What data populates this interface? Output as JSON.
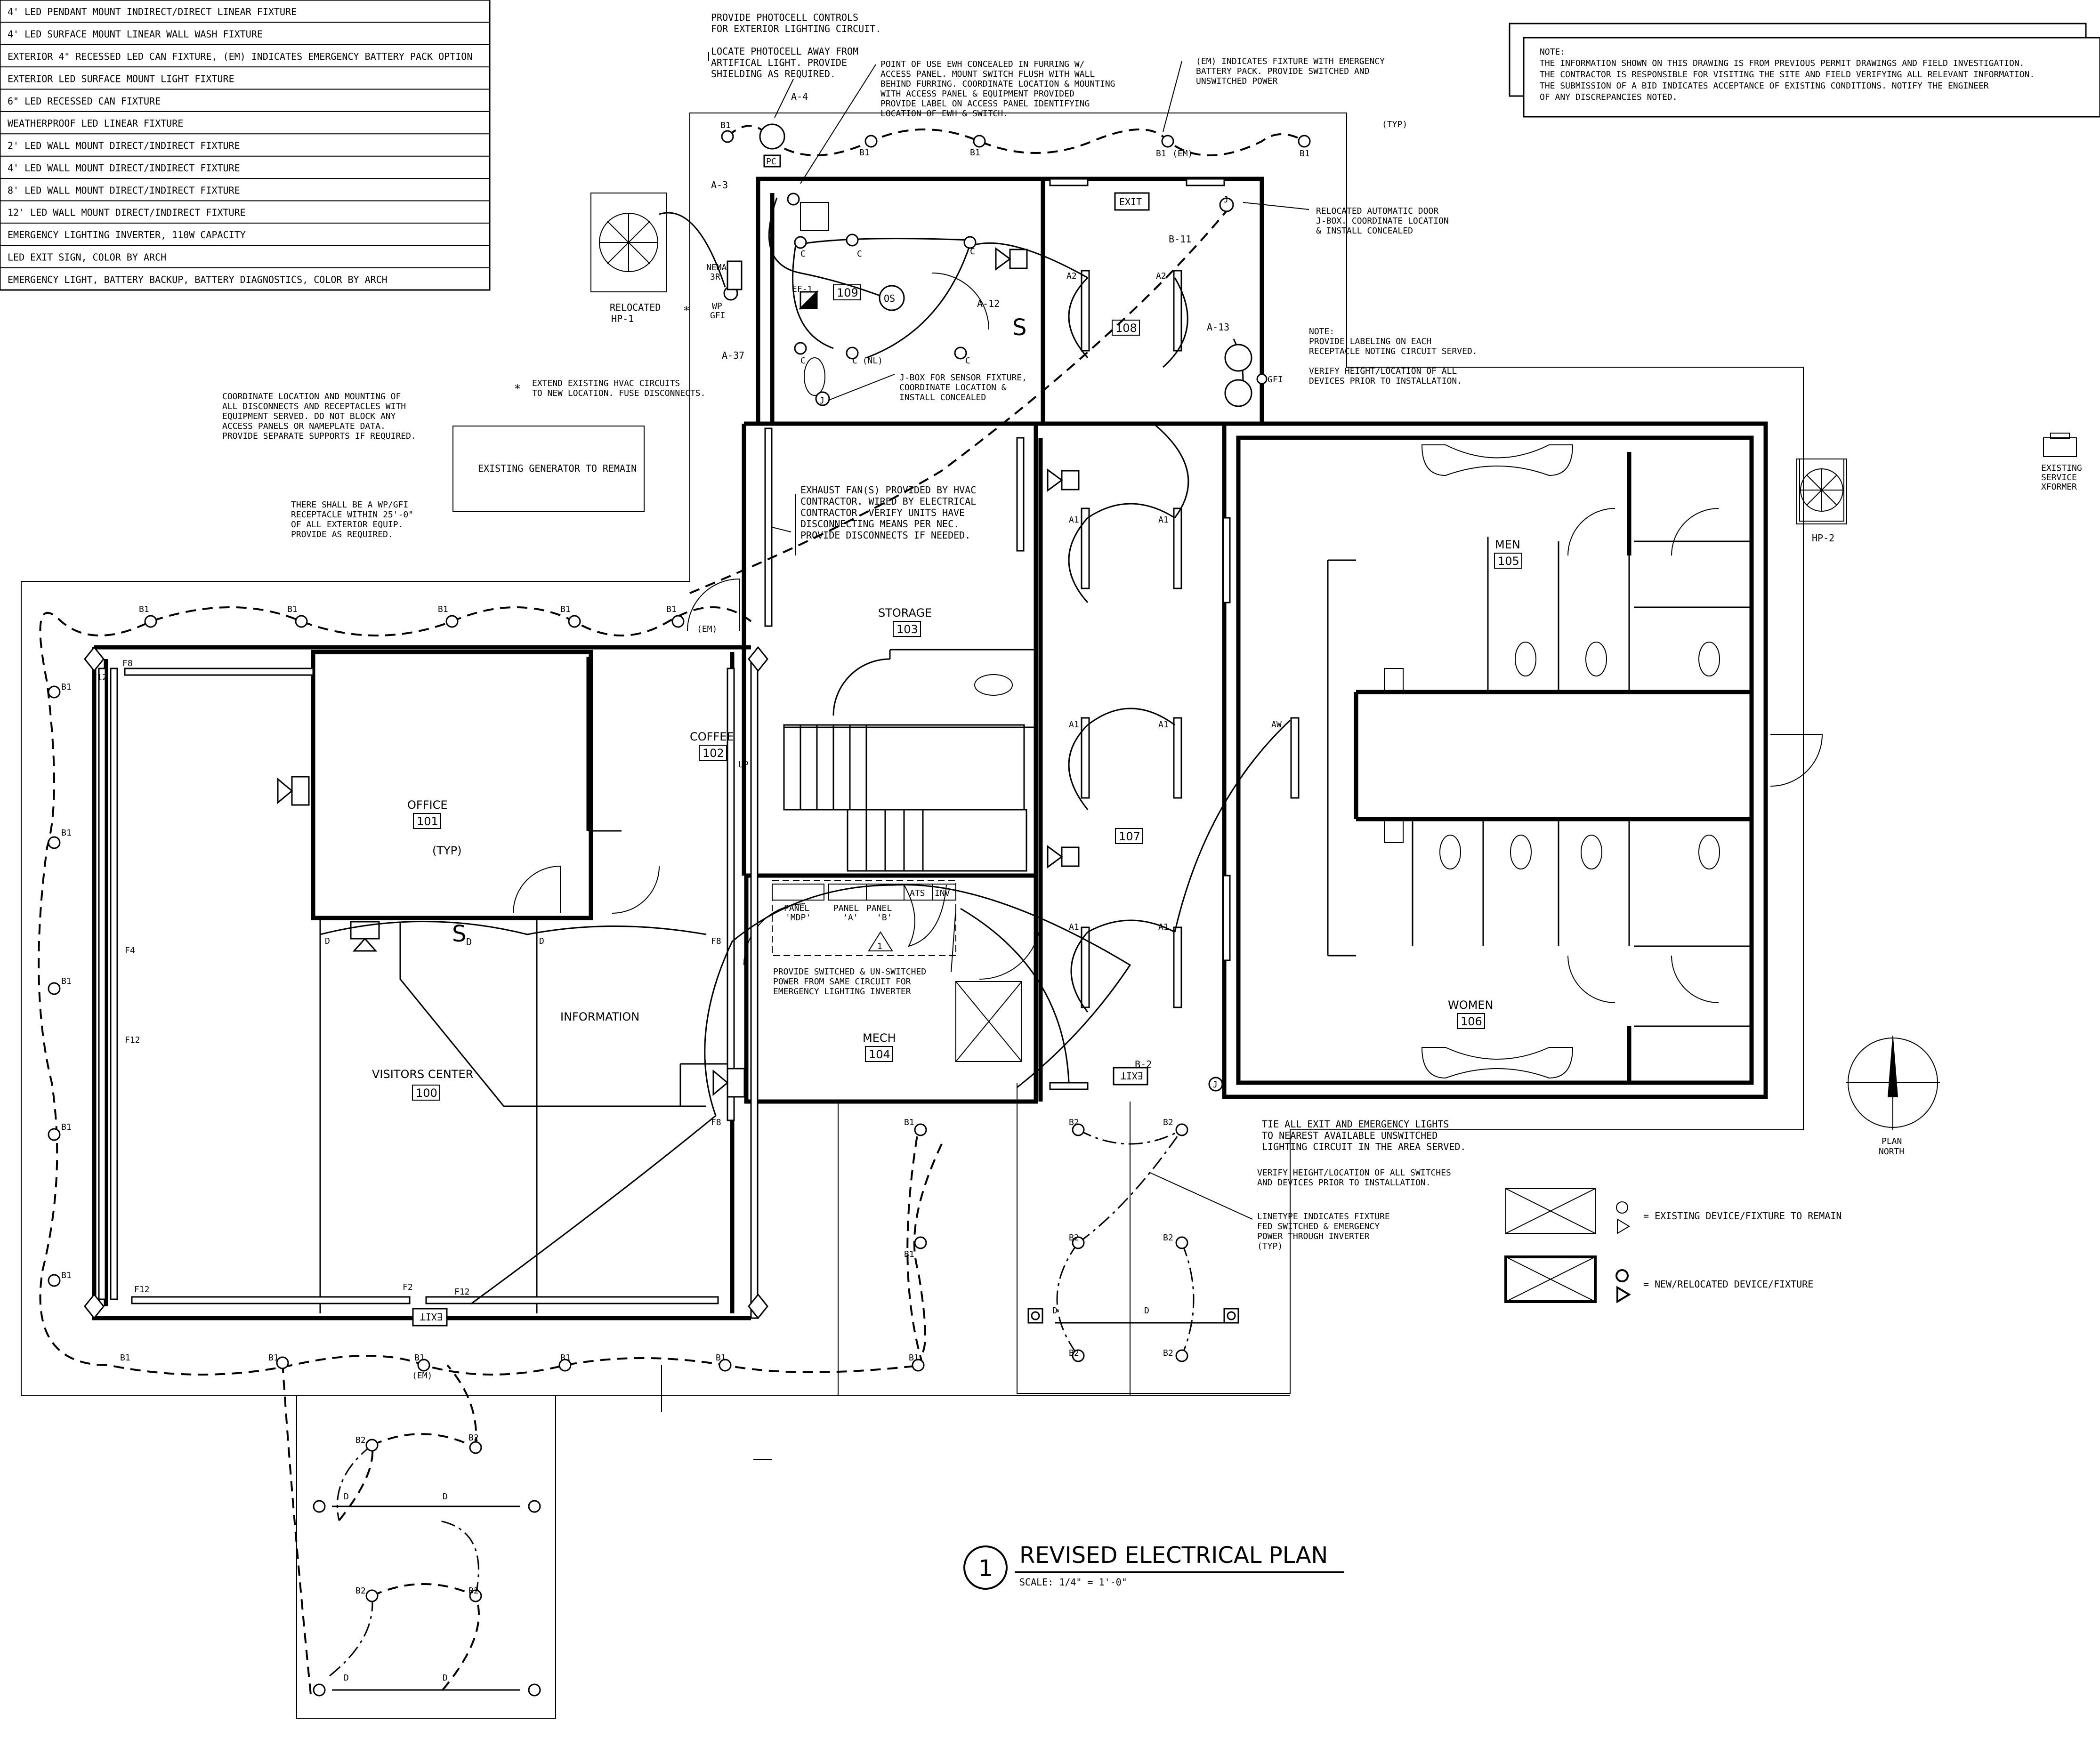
{
  "legend": [
    "4' LED PENDANT MOUNT INDIRECT/DIRECT LINEAR FIXTURE",
    "4' LED SURFACE MOUNT LINEAR WALL WASH FIXTURE",
    "EXTERIOR 4\" RECESSED LED CAN FIXTURE, (EM) INDICATES EMERGENCY BATTERY PACK OPTION",
    "EXTERIOR LED SURFACE MOUNT LIGHT FIXTURE",
    "6\" LED RECESSED CAN FIXTURE",
    "WEATHERPROOF LED LINEAR FIXTURE",
    "2' LED WALL MOUNT DIRECT/INDIRECT FIXTURE",
    "4' LED WALL MOUNT DIRECT/INDIRECT FIXTURE",
    "8' LED WALL MOUNT DIRECT/INDIRECT FIXTURE",
    "12' LED WALL MOUNT DIRECT/INDIRECT FIXTURE",
    "EMERGENCY LIGHTING INVERTER, 110W CAPACITY",
    "LED EXIT SIGN, COLOR BY ARCH",
    "EMERGENCY LIGHT, BATTERY BACKUP, BATTERY DIAGNOSTICS, COLOR BY ARCH"
  ],
  "note_box": {
    "heading": "NOTE:",
    "lines": [
      "THE INFORMATION SHOWN ON THIS DRAWING IS FROM PREVIOUS PERMIT DRAWINGS AND FIELD INVESTIGATION.",
      "THE CONTRACTOR IS RESPONSIBLE FOR VISITING THE SITE AND FIELD VERIFYING ALL RELEVANT INFORMATION.",
      "THE SUBMISSION OF A BID INDICATES ACCEPTANCE OF EXISTING CONDITIONS. NOTIFY THE ENGINEER",
      "OF ANY DISCREPANCIES NOTED."
    ]
  },
  "rooms": {
    "visitors": {
      "name": "VISITORS CENTER",
      "num": "100"
    },
    "office": {
      "name": "OFFICE",
      "num": "101"
    },
    "coffee": {
      "name": "COFFEE",
      "num": "102"
    },
    "storage": {
      "name": "STORAGE",
      "num": "103"
    },
    "mech": {
      "name": "MECH",
      "num": "104"
    },
    "men": {
      "name": "MEN",
      "num": "105"
    },
    "women": {
      "name": "WOMEN",
      "num": "106"
    },
    "corridor": {
      "num": "107"
    },
    "vestibule": {
      "num": "108"
    },
    "janitor": {
      "num": "109"
    },
    "information": {
      "name": "INFORMATION"
    }
  },
  "notes": {
    "photocell": [
      "PROVIDE PHOTOCELL CONTROLS",
      "FOR EXTERIOR LIGHTING CIRCUIT.",
      "",
      "LOCATE PHOTOCELL AWAY FROM",
      "ARTIFICAL LIGHT. PROVIDE",
      "SHIELDING AS REQUIRED."
    ],
    "ewh": [
      "POINT OF USE EWH CONCEALED IN FURRING W/",
      "ACCESS PANEL. MOUNT SWITCH FLUSH WITH WALL",
      "BEHIND FURRING. COORDINATE LOCATION & MOUNTING",
      "WITH ACCESS PANEL & EQUIPMENT PROVIDED",
      "PROVIDE LABEL ON ACCESS PANEL IDENTIFYING",
      "LOCATION OF EWH & SWITCH."
    ],
    "em": [
      "(EM) INDICATES FIXTURE WITH EMERGENCY",
      "BATTERY PACK. PROVIDE SWITCHED AND",
      "UNSWITCHED POWER"
    ],
    "em_typ": "(TYP)",
    "door": [
      "RELOCATED AUTOMATIC DOOR",
      "J-BOX. COORDINATE LOCATION",
      "& INSTALL CONCEALED"
    ],
    "labeling": [
      "NOTE:",
      "PROVIDE LABELING ON EACH",
      "RECEPTACLE NOTING CIRCUIT SERVED.",
      "",
      "VERIFY HEIGHT/LOCATION OF ALL",
      "DEVICES PRIOR TO INSTALLATION."
    ],
    "hvac": [
      "EXTEND EXISTING HVAC CIRCUITS",
      "TO NEW LOCATION. FUSE DISCONNECTS."
    ],
    "jbox": [
      "J-BOX FOR SENSOR FIXTURE,",
      "COORDINATE LOCATION &",
      "INSTALL CONCEALED"
    ],
    "coord": [
      "COORDINATE LOCATION AND MOUNTING OF",
      "ALL DISCONNECTS AND RECEPTACLES WITH",
      "EQUIPMENT SERVED. DO NOT BLOCK ANY",
      "ACCESS PANELS OR NAMEPLATE DATA.",
      "PROVIDE SEPARATE SUPPORTS IF REQUIRED."
    ],
    "generator": "EXISTING GENERATOR TO REMAIN",
    "wpgfi": [
      "THERE SHALL BE A WP/GFI",
      "RECEPTACLE WITHIN 25'-0\"",
      "OF ALL EXTERIOR EQUIP.",
      "PROVIDE AS REQUIRED."
    ],
    "exhaust": [
      "EXHAUST FAN(S) PROVIDED BY HVAC",
      "CONTRACTOR. WIRED BY ELECTRICAL",
      "CONTRACTOR. VERIFY UNITS HAVE",
      "DISCONNECTING MEANS PER NEC.",
      "PROVIDE DISCONNECTS IF NEEDED."
    ],
    "switched": [
      "PROVIDE SWITCHED & UN-SWITCHED",
      "POWER FROM SAME CIRCUIT FOR",
      "EMERGENCY LIGHTING INVERTER"
    ],
    "tie": [
      "TIE ALL EXIT AND EMERGENCY LIGHTS",
      "TO NEAREST AVAILABLE UNSWITCHED",
      "LIGHTING CIRCUIT IN THE AREA SERVED."
    ],
    "verify": [
      "VERIFY HEIGHT/LOCATION OF ALL SWITCHES",
      "AND DEVICES PRIOR TO INSTALLATION."
    ],
    "linetype": [
      "LINETYPE INDICATES FIXTURE",
      "FED SWITCHED & EMERGENCY",
      "POWER THROUGH INVERTER",
      "(TYP)"
    ]
  },
  "equipment": {
    "hp1": [
      "RELOCATED",
      "HP-1"
    ],
    "hp2": "HP-2",
    "xformer": [
      "EXISTING",
      "SERVICE",
      "XFORMER"
    ],
    "nema": [
      "NEMA",
      "3R"
    ],
    "wpgfi": [
      "WP",
      "GFI"
    ],
    "ef1": "EF-1",
    "os": "OS",
    "pc": "PC",
    "ats": "ATS",
    "inv": "INV",
    "panels": [
      [
        "PANEL",
        "'MDP'"
      ],
      [
        "PANEL",
        "'A'"
      ],
      [
        "PANEL",
        "'B'"
      ]
    ],
    "exit": "EXIT",
    "up": "UP",
    "gfi": "GFI",
    "typ": "(TYP)"
  },
  "circuits": {
    "a3": "A-3",
    "a4": "A-4",
    "a12": "A-12",
    "a13": "A-13",
    "a37": "A-37",
    "b2": "B-2",
    "b11": "B-11",
    "star": "*"
  },
  "fixture_tags": {
    "b1": "B1",
    "b2": "B2",
    "a1": "A1",
    "a2": "A2",
    "aw": "AW",
    "f2": "F2",
    "f4": "F4",
    "f8": "F8",
    "f12": "F12",
    "c": "C",
    "cnl": "C (NL)",
    "d": "D",
    "em": "(EM)",
    "sd": "S",
    "sd_sub": "D",
    "j": "J",
    "one": "1"
  },
  "legend_symbols": {
    "existing": "= EXISTING DEVICE/FIXTURE TO REMAIN",
    "new": "= NEW/RELOCATED DEVICE/FIXTURE"
  },
  "north": [
    "PLAN",
    "NORTH"
  ],
  "title": {
    "number": "1",
    "text": "REVISED ELECTRICAL PLAN",
    "scale": "SCALE: 1/4\" = 1'-0\""
  }
}
